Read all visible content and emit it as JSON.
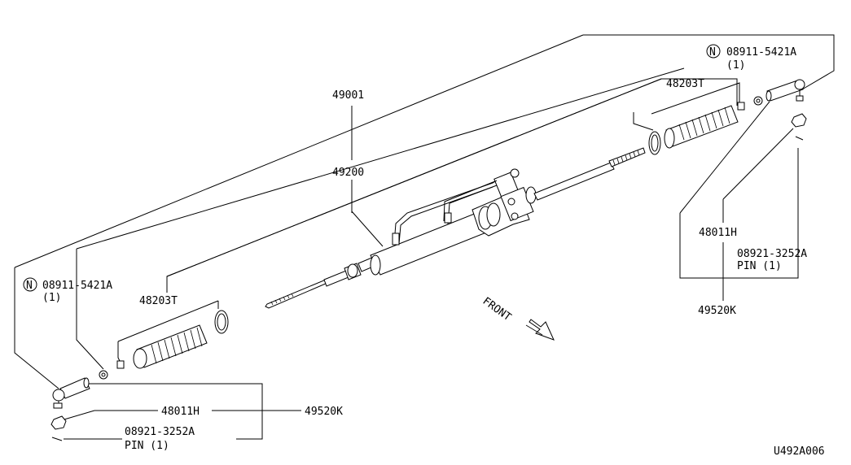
{
  "labels": {
    "part_49001": "49001",
    "part_49200": "49200",
    "boot_right": "48203T",
    "boot_left": "48203T",
    "nut_right_code": "08911-5421A",
    "nut_right_qty": "(1)",
    "nut_left_code": "08911-5421A",
    "nut_left_qty": "(1)",
    "tie_rod_right": "48011H",
    "pin_right_code": "08921-3252A",
    "pin_right_label": "PIN (1)",
    "tie_rod_end_right": "49520K",
    "tie_rod_left": "48011H",
    "tie_rod_end_left": "49520K",
    "pin_left_code": "08921-3252A",
    "pin_left_label": "PIN (1)",
    "front": "FRONT",
    "diagram_code": "U492A006",
    "n_symbol": "N"
  }
}
